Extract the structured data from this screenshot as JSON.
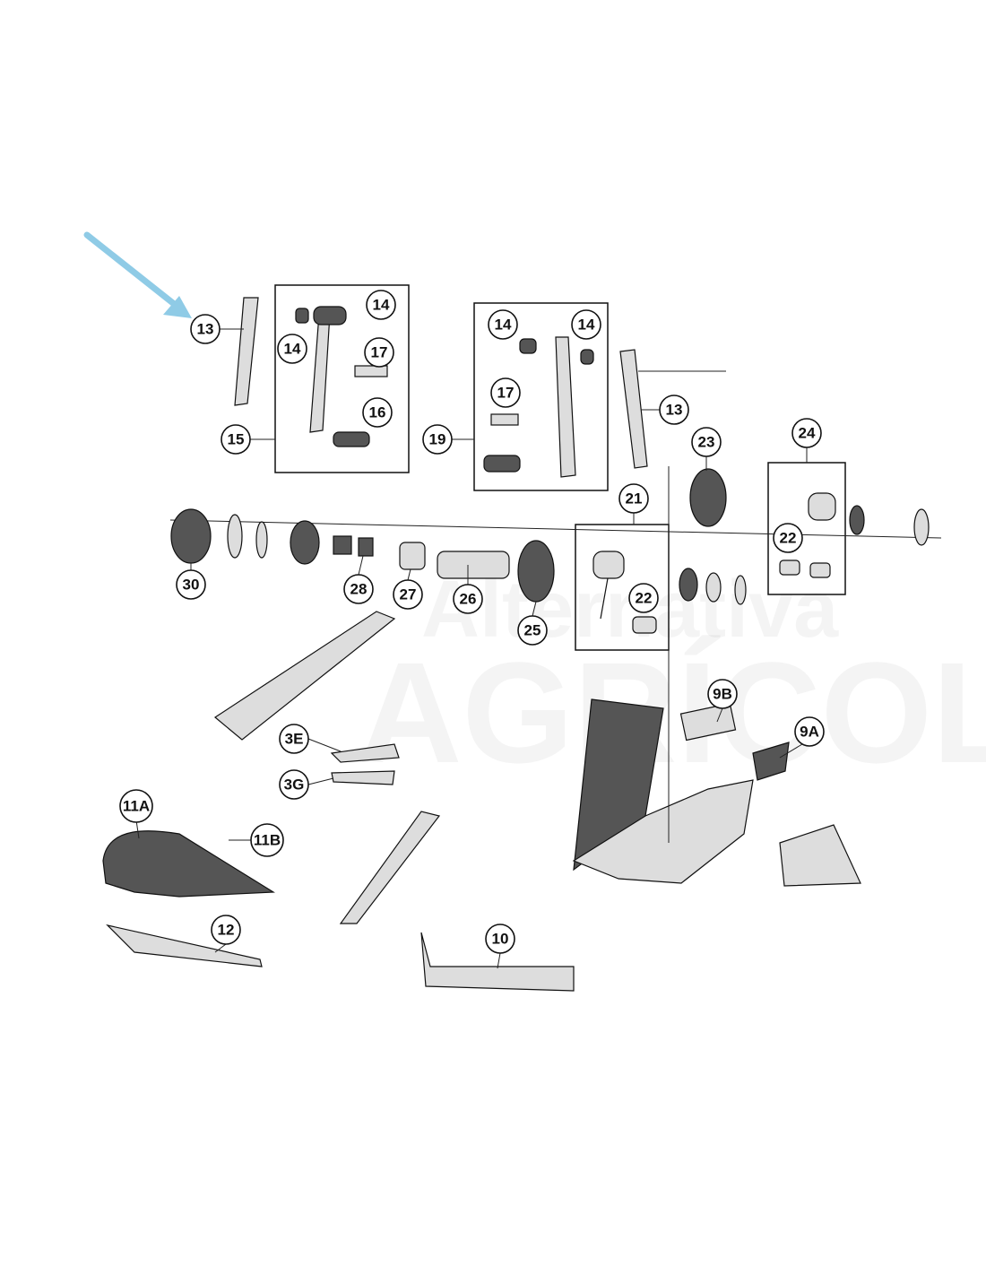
{
  "diagram": {
    "watermark": {
      "line1": "Alternativa",
      "line2": "AGRÍCOLA"
    },
    "arrow_color": "#8fcbe6",
    "callouts": [
      "13",
      "14",
      "14",
      "17",
      "16",
      "15",
      "14",
      "14",
      "17",
      "19",
      "13",
      "23",
      "24",
      "21",
      "22",
      "22",
      "30",
      "28",
      "27",
      "26",
      "25",
      "9B",
      "9A",
      "3E",
      "3G",
      "11A",
      "11B",
      "12",
      "10"
    ]
  }
}
